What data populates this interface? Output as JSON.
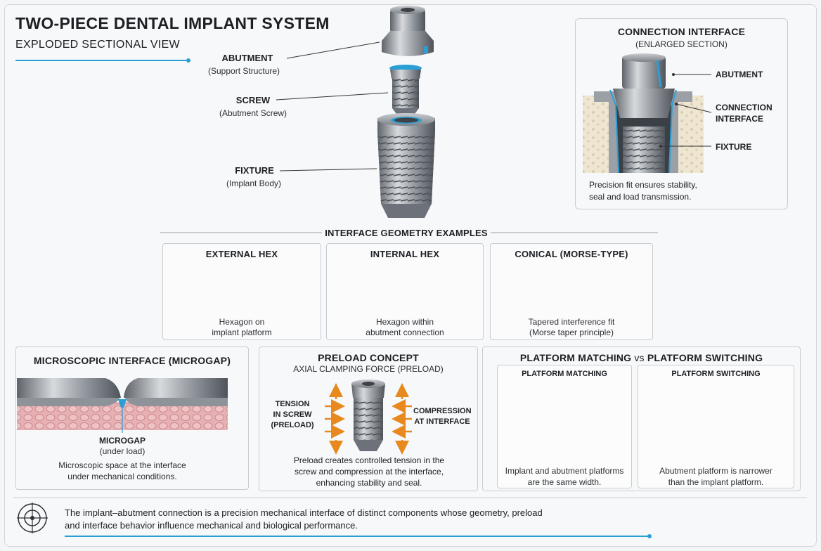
{
  "header": {
    "title": "TWO-PIECE DENTAL IMPLANT SYSTEM",
    "subtitle": "EXPLODED SECTIONAL VIEW"
  },
  "exploded": {
    "abutment": {
      "label": "ABUTMENT",
      "sub": "(Support Structure)"
    },
    "screw": {
      "label": "SCREW",
      "sub": "(Abutment Screw)"
    },
    "fixture": {
      "label": "FIXTURE",
      "sub": "(Implant Body)"
    }
  },
  "connection": {
    "title": "CONNECTION INTERFACE",
    "subtitle": "(ENLARGED SECTION)",
    "labels": {
      "abutment": "ABUTMENT",
      "interface_1": "CONNECTION",
      "interface_2": "INTERFACE",
      "fixture": "FIXTURE"
    },
    "caption_1": "Precision fit ensures stability,",
    "caption_2": "seal and load transmission."
  },
  "geometry": {
    "heading": "INTERFACE GEOMETRY EXAMPLES",
    "items": [
      {
        "title": "EXTERNAL HEX",
        "cap1": "Hexagon on",
        "cap2": "implant platform"
      },
      {
        "title": "INTERNAL HEX",
        "cap1": "Hexagon within",
        "cap2": "abutment connection"
      },
      {
        "title": "CONICAL (MORSE-TYPE)",
        "cap1": "Tapered interference fit",
        "cap2": "(Morse taper principle)"
      }
    ]
  },
  "microgap": {
    "title": "MICROSCOPIC INTERFACE (MICROGAP)",
    "label": "MICROGAP",
    "label_sub": "(under load)",
    "caption_1": "Microscopic space at the interface",
    "caption_2": "under mechanical conditions."
  },
  "preload": {
    "title": "PRELOAD CONCEPT",
    "subtitle": "AXIAL CLAMPING FORCE (PRELOAD)",
    "left_1": "TENSION",
    "left_2": "IN SCREW",
    "left_3": "(PRELOAD)",
    "right_1": "COMPRESSION",
    "right_2": "AT INTERFACE",
    "caption_1": "Preload creates controlled tension in the",
    "caption_2": "screw and compression at the interface,",
    "caption_3": "enhancing stability and seal."
  },
  "platform": {
    "title_a": "PLATFORM MATCHING",
    "title_vs": "vs",
    "title_b": "PLATFORM SWITCHING",
    "matching": {
      "title": "PLATFORM MATCHING",
      "cap1": "Implant and abutment platforms",
      "cap2": "are the same width."
    },
    "switching": {
      "title": "PLATFORM SWITCHING",
      "cap1": "Abutment platform is narrower",
      "cap2": "than the implant platform."
    }
  },
  "footer": {
    "text_1": "The implant–abutment connection is a precision mechanical interface of distinct components whose geometry, preload",
    "text_2": "and interface behavior influence mechanical and biological performance."
  },
  "colors": {
    "accent": "#2a9fd6",
    "arrow": "#e8891f",
    "metal": "#8b9097",
    "gum": "#e7b7b5",
    "bone": "#efe6d2"
  }
}
